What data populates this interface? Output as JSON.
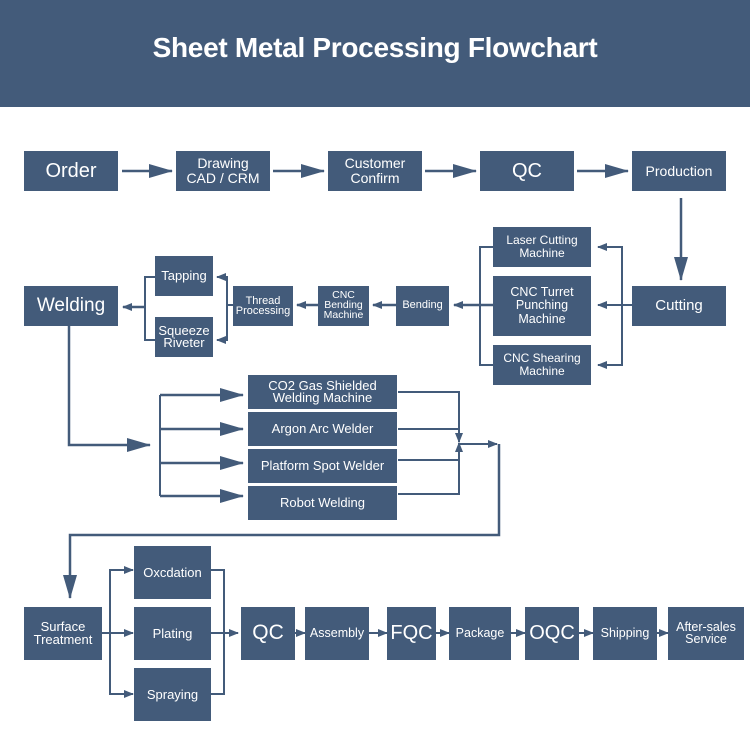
{
  "title": "Sheet Metal Processing Flowchart",
  "colors": {
    "primary": "#435b7a",
    "line": "#435b7a",
    "background": "#ffffff",
    "text": "#ffffff"
  },
  "row1": {
    "order": "Order",
    "drawing": "Drawing\nCAD / CRM",
    "customer_confirm": "Customer\nConfirm",
    "qc": "QC",
    "production": "Production"
  },
  "row2": {
    "cutting": "Cutting",
    "laser_cutting": "Laser Cutting\nMachine",
    "cnc_turret": "CNC Turret\nPunching\nMachine",
    "cnc_shearing": "CNC Shearing\nMachine",
    "bending": "Bending",
    "cnc_bending": "CNC\nBending\nMachine",
    "thread_processing": "Thread\nProcessing",
    "tapping": "Tapping",
    "squeeze_riveter": "Squeeze\nRiveter",
    "welding": "Welding"
  },
  "welding_methods": {
    "co2": "CO2 Gas Shielded\nWelding Machine",
    "argon": "Argon Arc Welder",
    "platform_spot": "Platform Spot Welder",
    "robot": "Robot Welding"
  },
  "row4": {
    "surface_treatment": "Surface\nTreatment",
    "oxidation": "Oxcdation",
    "plating": "Plating",
    "spraying": "Spraying",
    "qc": "QC",
    "assembly": "Assembly",
    "fqc": "FQC",
    "package": "Package",
    "oqc": "OQC",
    "shipping": "Shipping",
    "after_sales": "After-sales\nService"
  }
}
